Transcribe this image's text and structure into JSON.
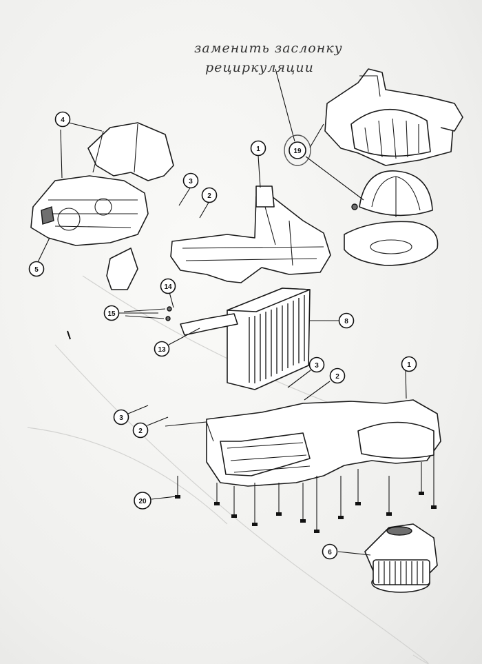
{
  "handwritten_note": {
    "line1": "заменить заслонку",
    "line2": "рециркуляции"
  },
  "callouts": [
    {
      "id": "callout-4",
      "label": "4"
    },
    {
      "id": "callout-1-top",
      "label": "1"
    },
    {
      "id": "callout-3-top",
      "label": "3"
    },
    {
      "id": "callout-2-top",
      "label": "2"
    },
    {
      "id": "callout-5",
      "label": "5"
    },
    {
      "id": "callout-19",
      "label": "19"
    },
    {
      "id": "callout-14",
      "label": "14"
    },
    {
      "id": "callout-15",
      "label": "15"
    },
    {
      "id": "callout-13",
      "label": "13"
    },
    {
      "id": "callout-8",
      "label": "8"
    },
    {
      "id": "callout-3-mid",
      "label": "3"
    },
    {
      "id": "callout-2-mid",
      "label": "2"
    },
    {
      "id": "callout-1-mid",
      "label": "1"
    },
    {
      "id": "callout-3-left",
      "label": "3"
    },
    {
      "id": "callout-2-left",
      "label": "2"
    },
    {
      "id": "callout-20",
      "label": "20"
    },
    {
      "id": "callout-6",
      "label": "6"
    }
  ]
}
